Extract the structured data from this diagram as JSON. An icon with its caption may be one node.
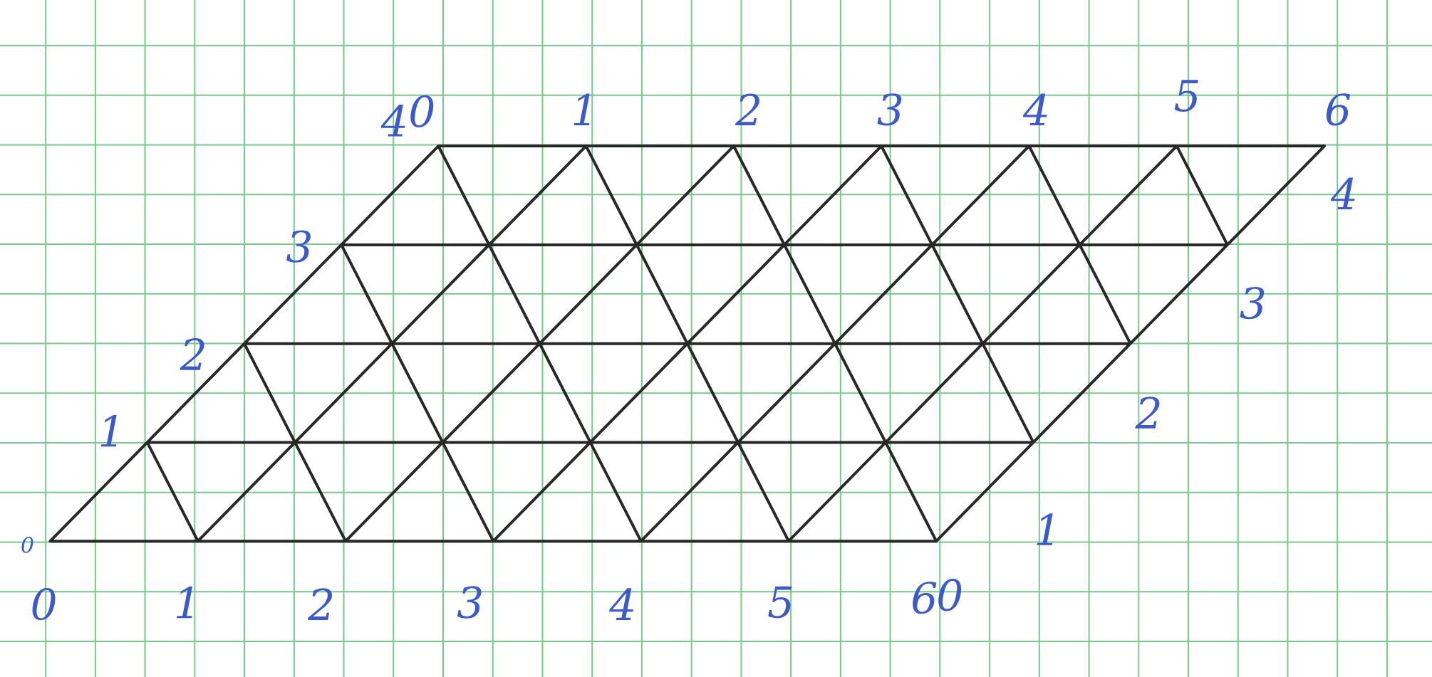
{
  "diagram": {
    "labels": [
      "4",
      "0",
      "1",
      "2",
      "3",
      "4",
      "5",
      "6",
      "4",
      "3",
      "3",
      "2",
      "2",
      "1",
      "1",
      "0",
      "0",
      "1",
      "2",
      "3",
      "4",
      "5",
      "6",
      "0"
    ]
  }
}
